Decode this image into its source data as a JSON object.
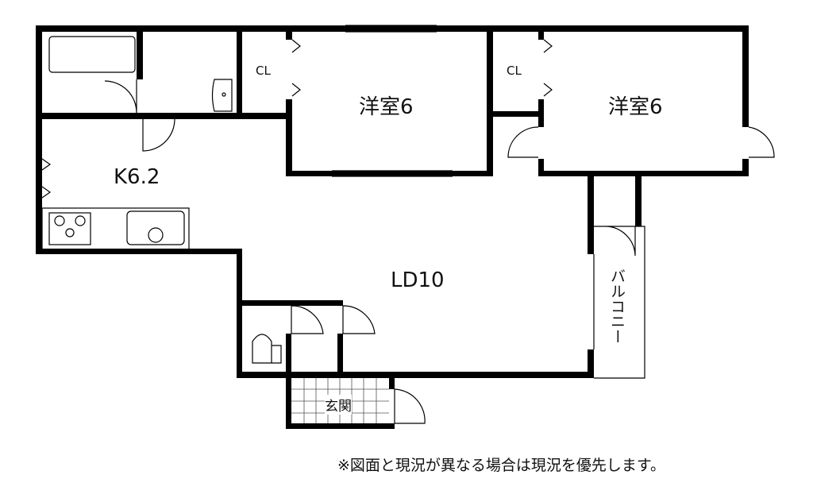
{
  "rooms": {
    "western_room_1": "洋室6",
    "western_room_2": "洋室6",
    "closet_1": "CL",
    "closet_2": "CL",
    "kitchen": "K6.2",
    "living_dining": "LD10",
    "balcony": "バルコニー",
    "entrance": "玄関"
  },
  "note": "※図面と現況が異なる場合は現況を優先します。"
}
